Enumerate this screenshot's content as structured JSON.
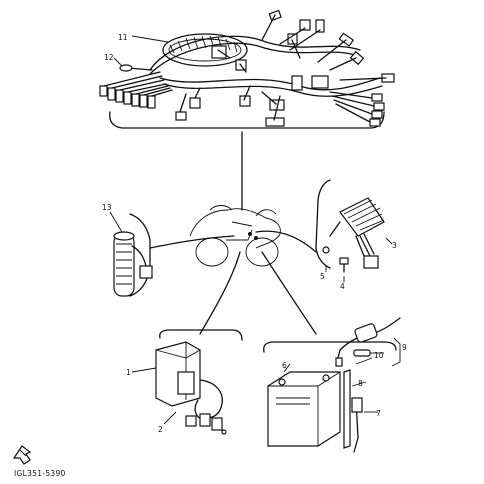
{
  "diagram": {
    "part_labels": [
      {
        "id": "p1",
        "text": "1"
      },
      {
        "id": "p2",
        "text": "2"
      },
      {
        "id": "p3",
        "text": "3"
      },
      {
        "id": "p4",
        "text": "4"
      },
      {
        "id": "p5",
        "text": "5"
      },
      {
        "id": "p6",
        "text": "6"
      },
      {
        "id": "p7",
        "text": "7"
      },
      {
        "id": "p8",
        "text": "8"
      },
      {
        "id": "p9",
        "text": "9"
      },
      {
        "id": "p10",
        "text": "10"
      },
      {
        "id": "p11",
        "text": "11"
      },
      {
        "id": "p12",
        "text": "12"
      },
      {
        "id": "p13",
        "text": "13"
      }
    ],
    "figure_code": "IGL351-5390"
  }
}
